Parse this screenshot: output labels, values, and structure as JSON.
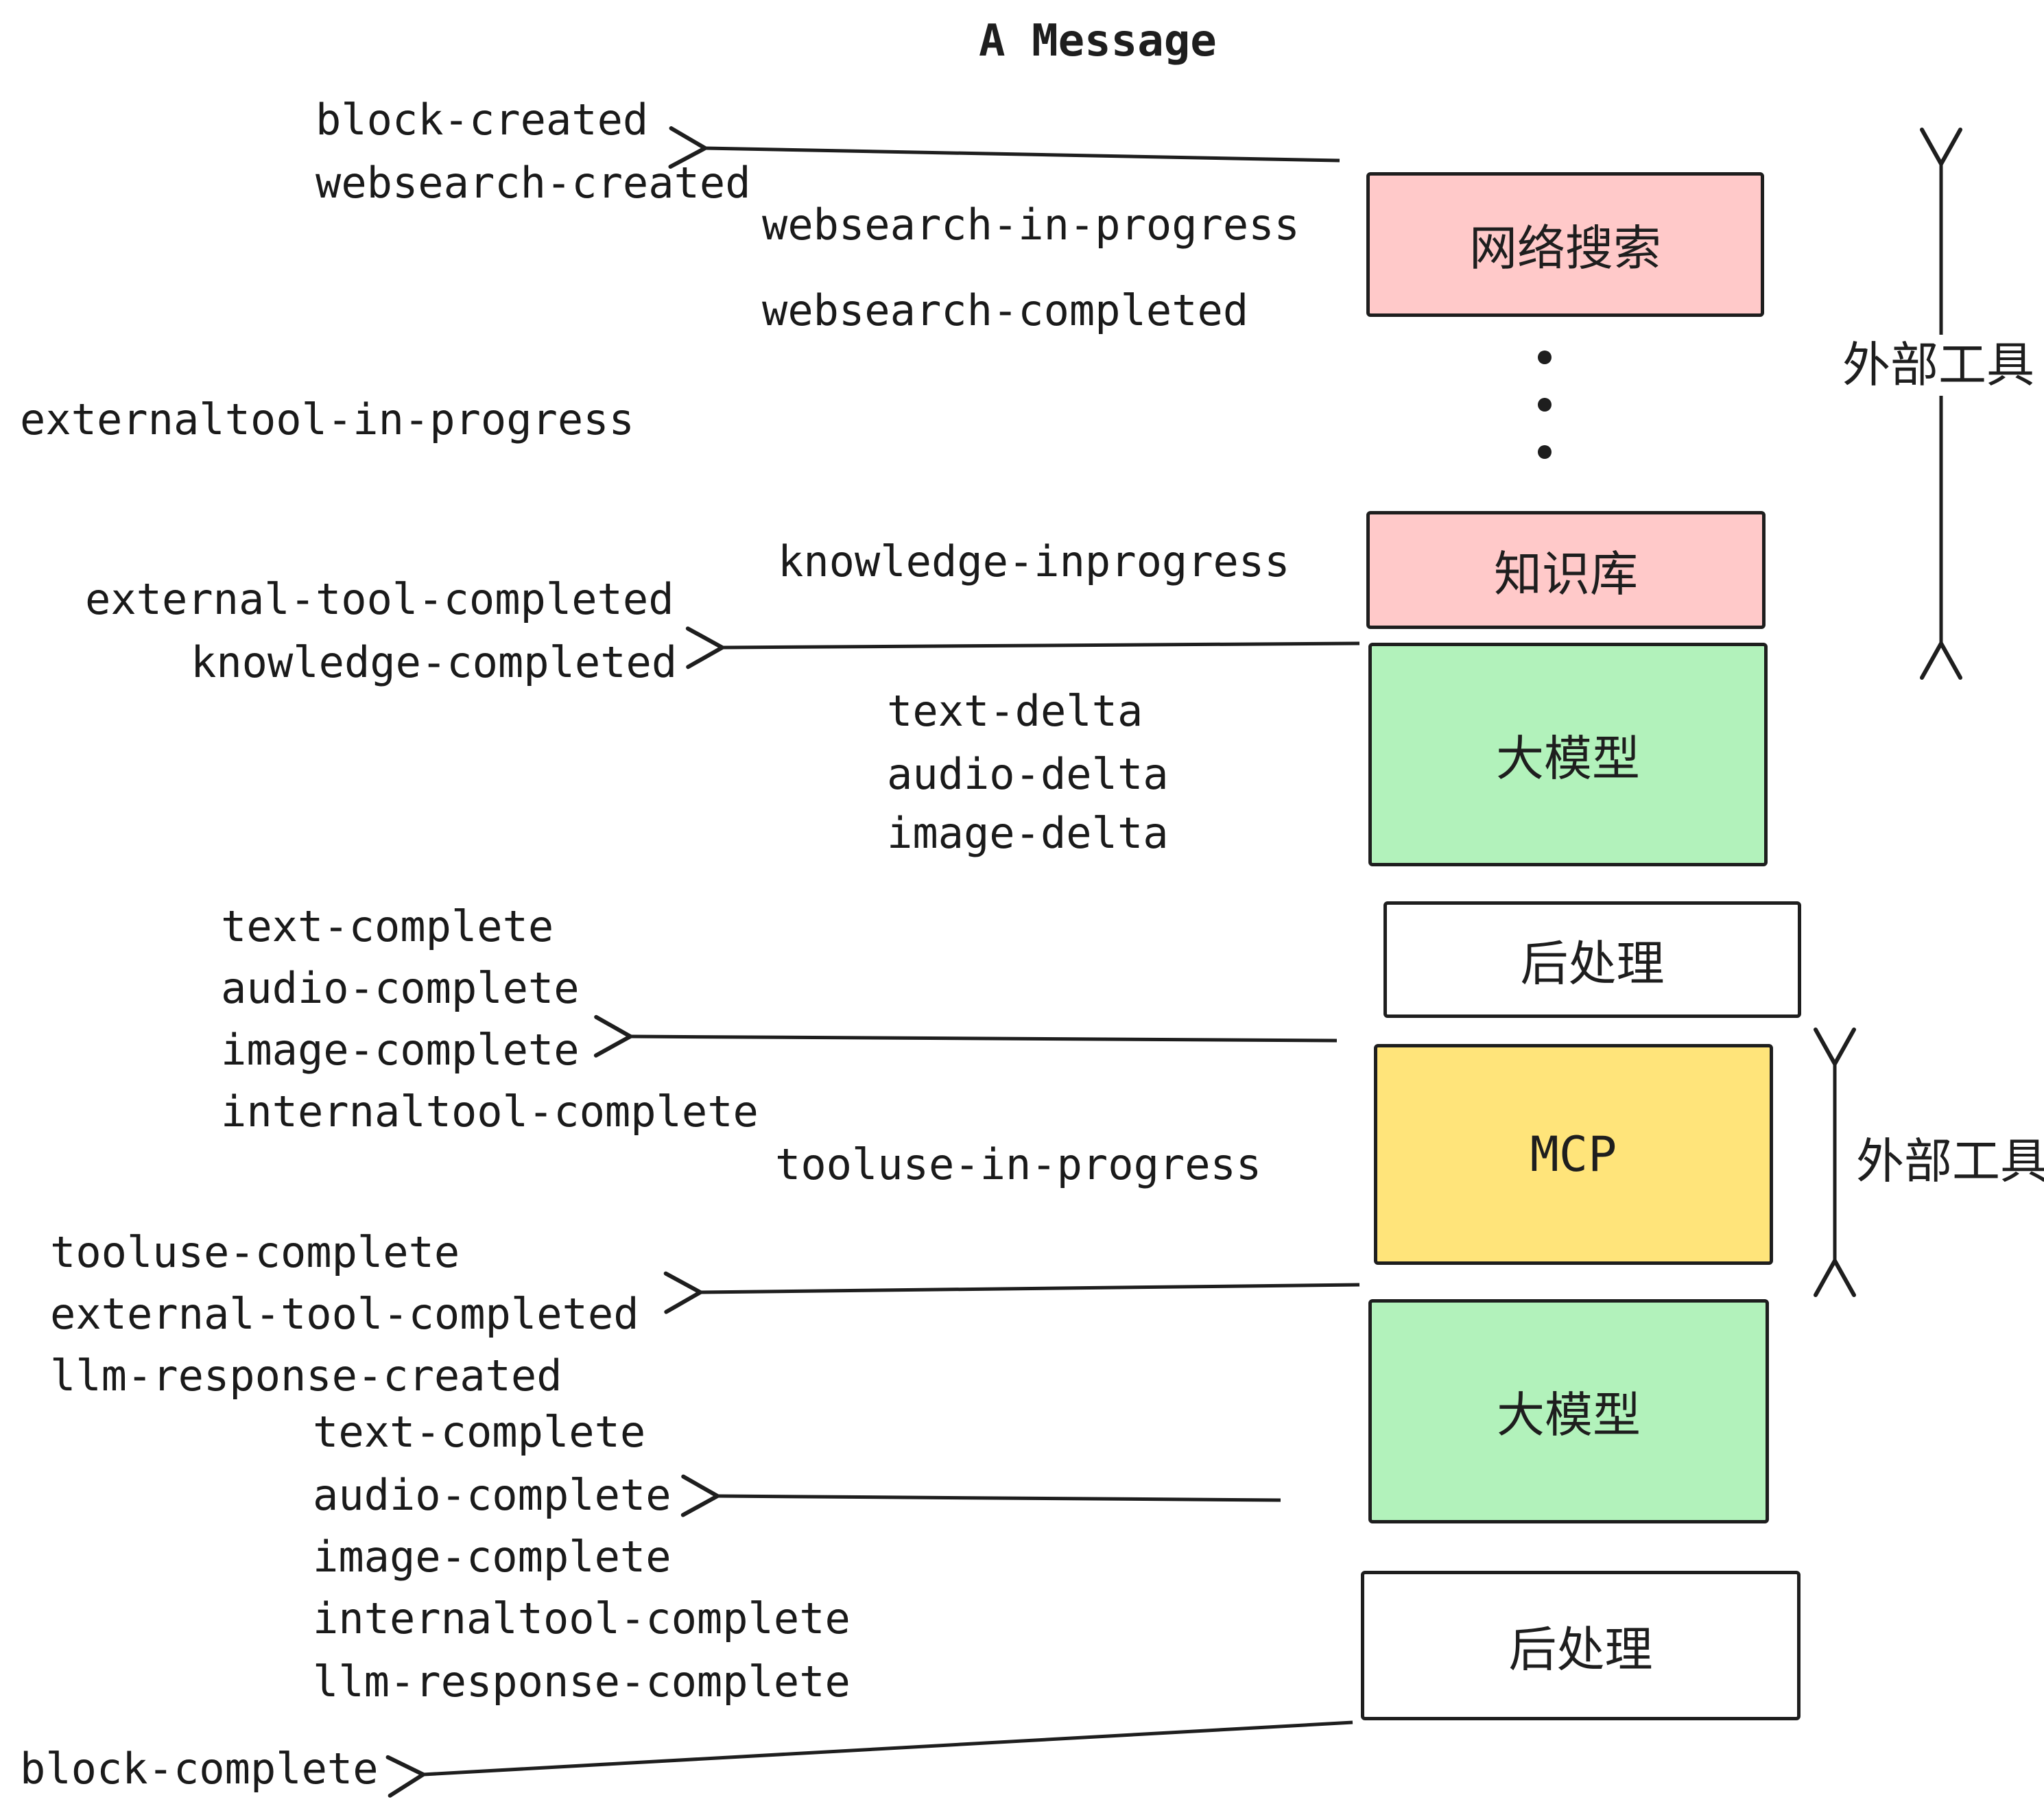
{
  "title": "A Message",
  "events": [
    "block-created",
    "websearch-created",
    "websearch-in-progress",
    "websearch-completed",
    "externaltool-in-progress",
    "knowledge-inprogress",
    "external-tool-completed",
    "knowledge-completed",
    "text-delta",
    "audio-delta",
    "image-delta",
    "text-complete",
    "audio-complete",
    "image-complete",
    "internaltool-complete",
    "tooluse-in-progress",
    "tooluse-complete",
    "external-tool-completed",
    "llm-response-created",
    "text-complete",
    "audio-complete",
    "image-complete",
    "internaltool-complete",
    "llm-response-complete",
    "block-complete"
  ],
  "nodes": [
    {
      "label": "网络搜索",
      "color": "#ffc9c9"
    },
    {
      "label": "知识库",
      "color": "#ffc9c9"
    },
    {
      "label": "大模型",
      "color": "#b2f2bb"
    },
    {
      "label": "后处理",
      "color": "#ffffff"
    },
    {
      "label": "MCP",
      "color": "#ffe47a"
    },
    {
      "label": "大模型",
      "color": "#b2f2bb"
    },
    {
      "label": "后处理",
      "color": "#ffffff"
    }
  ],
  "side_labels": [
    {
      "label": "外部工具"
    },
    {
      "label": "外部工具"
    }
  ],
  "colors": {
    "stroke": "#1e1e1e",
    "pink": "#ffc9c9",
    "green": "#b2f2bb",
    "yellow": "#ffe47a",
    "white": "#ffffff"
  }
}
